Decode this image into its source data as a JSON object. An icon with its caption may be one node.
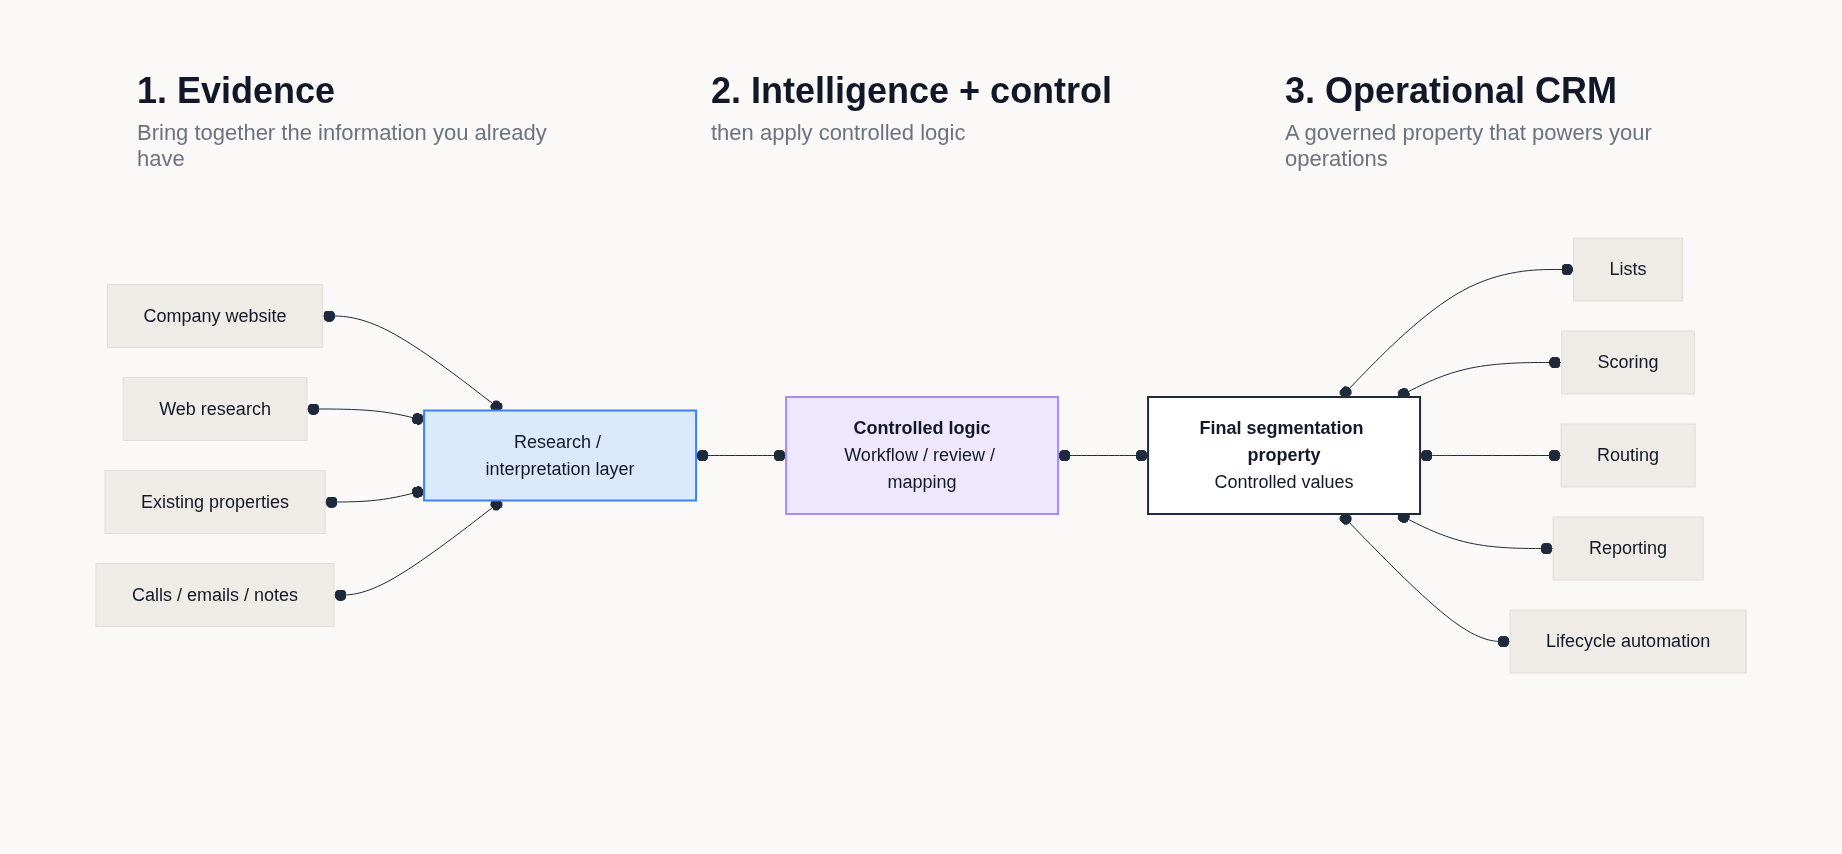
{
  "diagram": {
    "nodes": [
      {
        "text": [
          "Company website"
        ]
      },
      {
        "text": [
          "Web research"
        ]
      },
      {
        "text": [
          "Existing properties"
        ]
      },
      {
        "text": [
          "Calls / emails / notes"
        ]
      },
      {
        "text": [
          "Research / interpretation layer"
        ]
      },
      {
        "text": [
          "Controlled logic",
          "Workflow / review / mapping"
        ]
      },
      {
        "text": [
          "Final segmentation property",
          "Controlled values"
        ]
      },
      {
        "text": [
          "Lists"
        ]
      },
      {
        "text": [
          "Scoring"
        ]
      },
      {
        "text": [
          "Routing"
        ]
      },
      {
        "text": [
          "Reporting"
        ]
      },
      {
        "text": [
          "Lifecycle automation"
        ]
      }
    ],
    "edges": [
      {
        "from": 0,
        "to": 4,
        "arrow": "other"
      },
      {
        "from": 1,
        "to": 4,
        "arrow": "other"
      },
      {
        "from": 2,
        "to": 4,
        "arrow": "other"
      },
      {
        "from": 3,
        "to": 4,
        "arrow": "other"
      },
      {
        "from": 4,
        "to": 5,
        "arrow": "other"
      },
      {
        "from": 5,
        "to": 6,
        "arrow": "other"
      },
      {
        "from": 6,
        "to": 7,
        "arrow": "other"
      },
      {
        "from": 6,
        "to": 8,
        "arrow": "other"
      },
      {
        "from": 6,
        "to": 9,
        "arrow": "other"
      },
      {
        "from": 6,
        "to": 10,
        "arrow": "other"
      },
      {
        "from": 6,
        "to": 11,
        "arrow": "other"
      }
    ],
    "labels": [
      "1. Evidence",
      "Bring together the information you already have",
      "2. Intelligence + control",
      "then apply controlled logic",
      "3. Operational CRM",
      "A governed property that powers your operations"
    ]
  }
}
